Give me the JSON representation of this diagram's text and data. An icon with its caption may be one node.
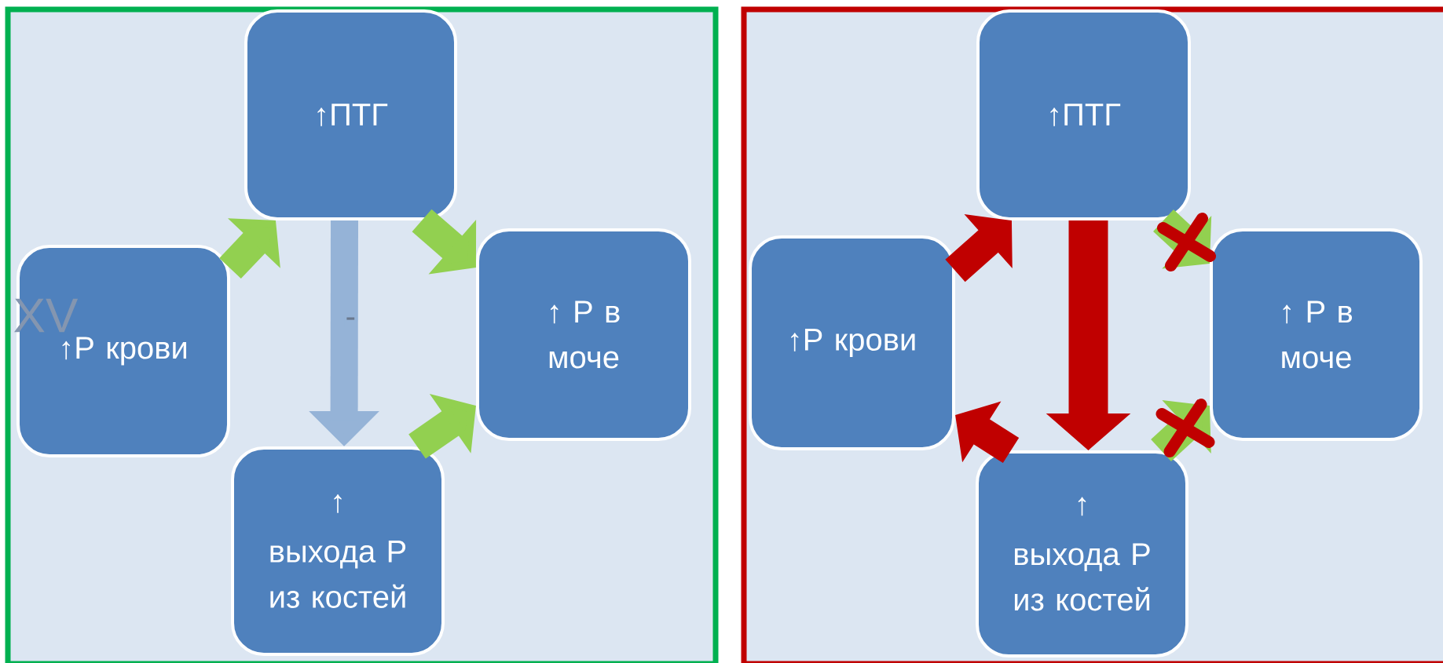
{
  "diagram": {
    "nodes": [
      {
        "text": [],
        "shape": "box"
      },
      {
        "text": [
          "↑ПТГ"
        ],
        "in": 0
      },
      {
        "text": [
          "↑P крови"
        ],
        "in": 0
      },
      {
        "text": [
          "↑ P в моче"
        ],
        "in": 0
      },
      {
        "text": [
          "↑",
          "выхода P из костей"
        ],
        "in": 0
      },
      {
        "text": [],
        "shape": "box"
      },
      {
        "text": [
          "↑ПТГ"
        ],
        "in": 5
      },
      {
        "text": [
          "↑P крови"
        ],
        "in": 5
      },
      {
        "text": [
          "↑ P в моче"
        ],
        "in": 5
      },
      {
        "text": [
          "↑",
          "выхода P из костей"
        ],
        "in": 5
      }
    ],
    "edges": [
      {
        "from": 2,
        "to": 1,
        "arrow": "to",
        "color": "#92d050"
      },
      {
        "from": 1,
        "to": 3,
        "arrow": "to",
        "color": "#92d050"
      },
      {
        "from": 4,
        "to": 3,
        "arrow": "to",
        "color": "#92d050"
      },
      {
        "from": 1,
        "to": 4,
        "arrow": "to",
        "label": "-",
        "color": "#95b3d7"
      },
      {
        "from": 7,
        "to": 6,
        "arrow": "to",
        "color": "#c00000"
      },
      {
        "from": 6,
        "to": 9,
        "arrow": "to",
        "color": "#c00000"
      },
      {
        "from": 9,
        "to": 7,
        "arrow": "to",
        "color": "#c00000"
      },
      {
        "from": 6,
        "to": 8,
        "arrow": "to",
        "color": "#92d050"
      },
      {
        "from": 9,
        "to": 8,
        "arrow": "to",
        "color": "#92d050"
      }
    ],
    "labels": [
      "XV"
    ]
  }
}
